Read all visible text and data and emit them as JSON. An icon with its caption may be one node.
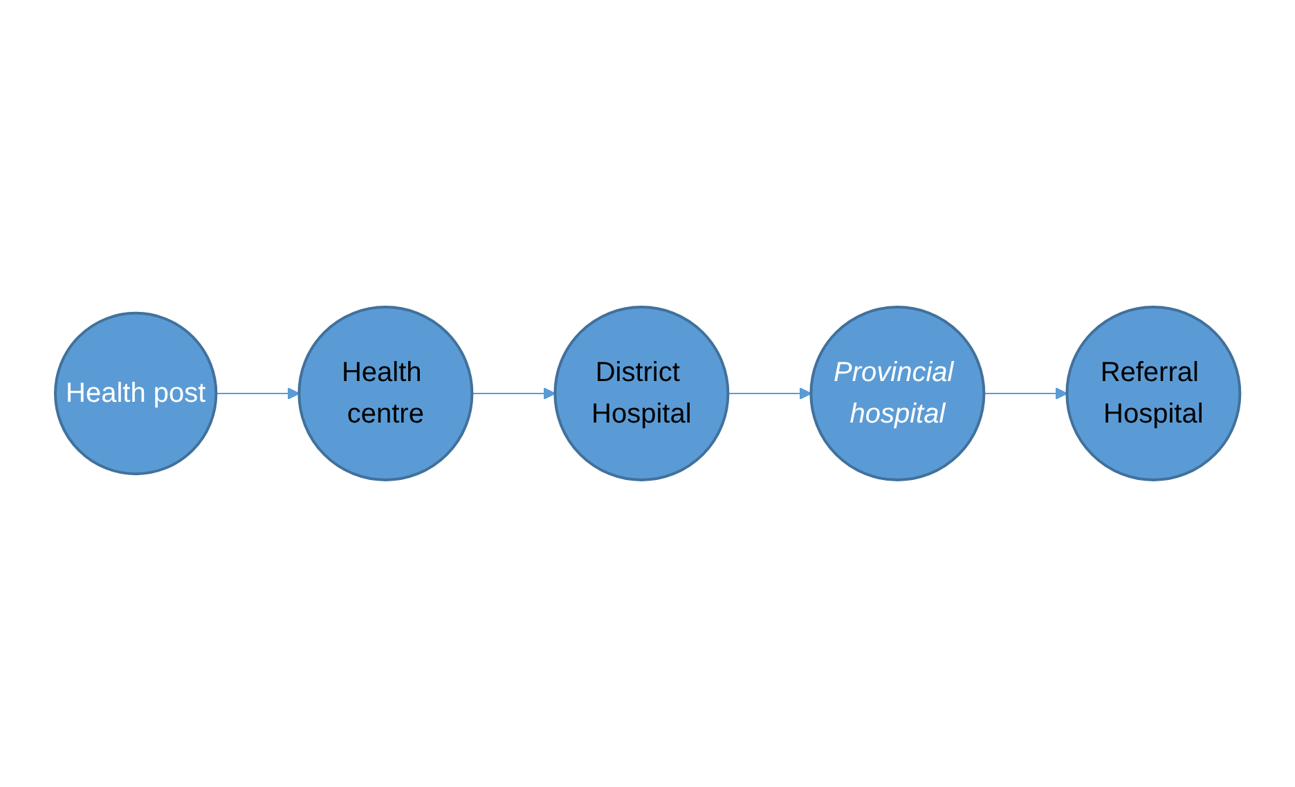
{
  "diagram": {
    "nodes": [
      {
        "text": [
          "Health post"
        ]
      },
      {
        "text": [
          "Health centre"
        ]
      },
      {
        "text": [
          "District Hospital"
        ]
      },
      {
        "text": [
          "Provincial hospital"
        ]
      },
      {
        "text": [
          "Referral Hospital"
        ]
      }
    ],
    "edges": [
      {
        "from": 0,
        "to": 1,
        "arrow": "to"
      },
      {
        "from": 1,
        "to": 2,
        "arrow": "to"
      },
      {
        "from": 2,
        "to": 3,
        "arrow": "to"
      },
      {
        "from": 3,
        "to": 4,
        "arrow": "to"
      }
    ]
  }
}
